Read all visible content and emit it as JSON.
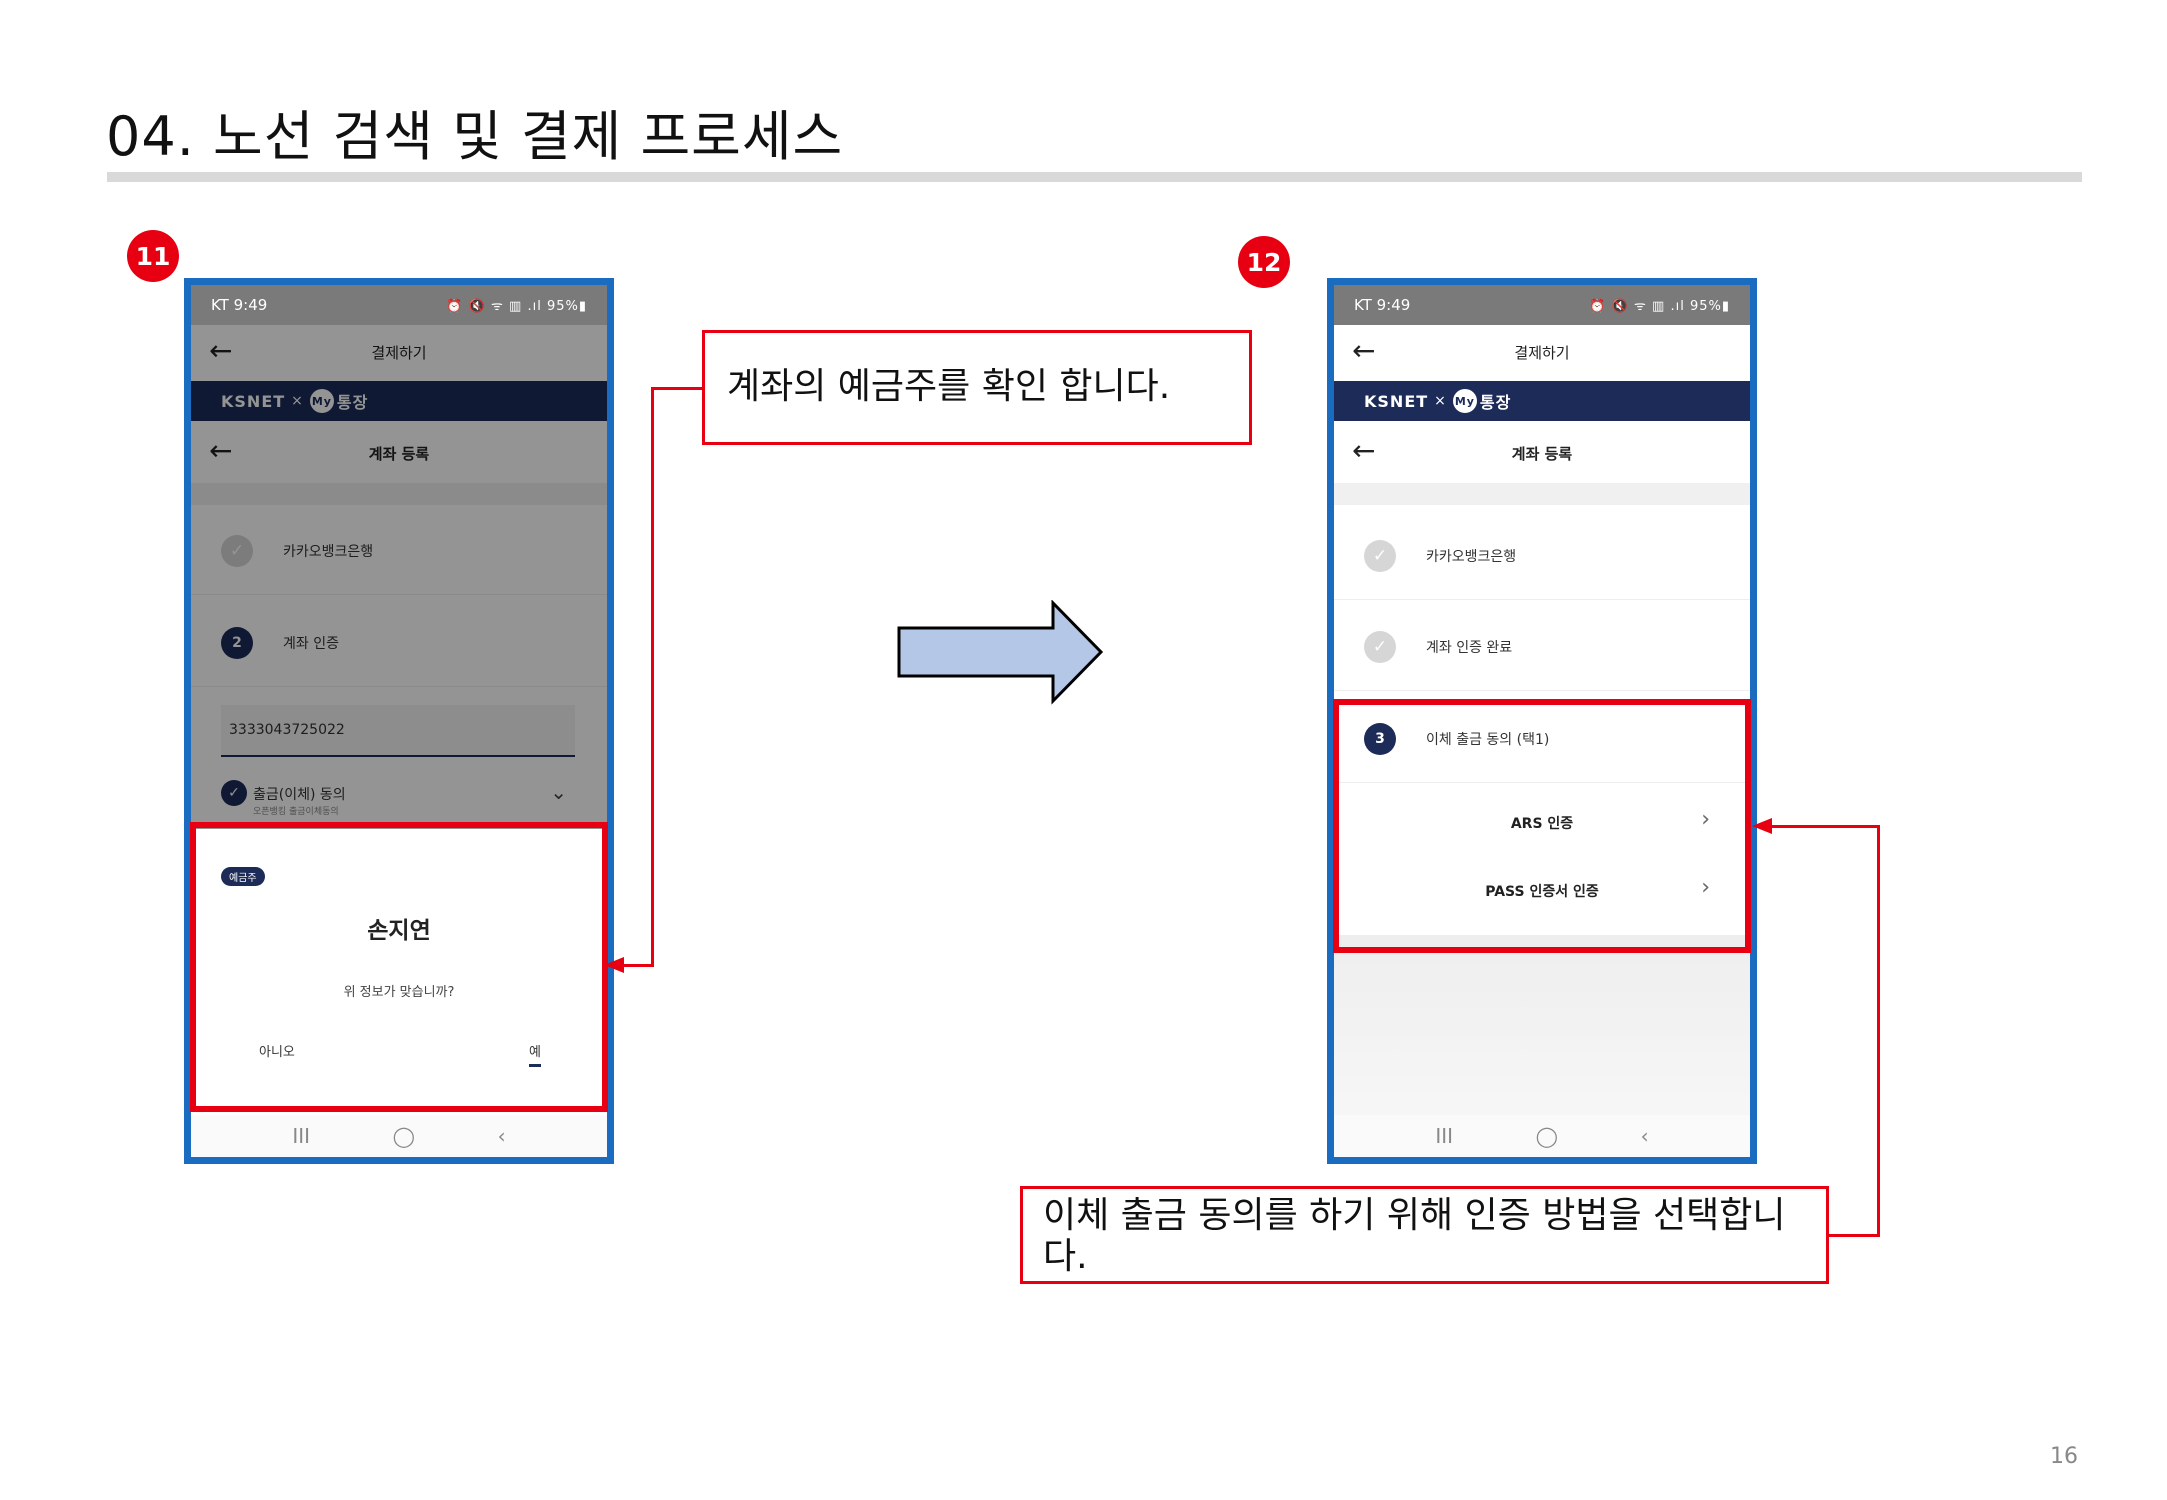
{
  "slide": {
    "title": "04. 노선 검색 및 결제 프로세스",
    "page_number": "16"
  },
  "steps": [
    {
      "number": "11"
    },
    {
      "number": "12"
    }
  ],
  "phone_common": {
    "carrier_time": "KT 9:49",
    "status_icons": "⏰ 🔇 ᯤ ▥ .ıl 95%▮",
    "header_title": "결제하기",
    "brand_left": "KSNET",
    "brand_x": "×",
    "brand_my": "My",
    "brand_right": "통장",
    "sub_header_title": "계좌 등록",
    "nav_recent": "III",
    "nav_home": "◯",
    "nav_back": "‹"
  },
  "screen11": {
    "bank_name": "카카오뱅크은행",
    "step_number": "2",
    "step_label": "계좌 인증",
    "account_number": "3333043725022",
    "consent_label": "출금(이체) 동의",
    "consent_sub": "오픈뱅킹 출금이체동의",
    "sheet": {
      "tag": "예금주",
      "name": "손지연",
      "question": "위 정보가 맞습니까?",
      "no_label": "아니오",
      "yes_label": "예"
    },
    "callout": "계좌의 예금주를 확인 합니다."
  },
  "screen12": {
    "bank_name": "카카오뱅크은행",
    "auth_done": "계좌 인증 완료",
    "step_number": "3",
    "step_label": "이체 출금 동의 (택1)",
    "methods": [
      {
        "label": "ARS 인증"
      },
      {
        "label": "PASS 인증서 인증"
      }
    ],
    "callout": "이체 출금 동의를 하기 위해 인증 방법을 선택합니다."
  },
  "icons": {
    "back": "arrow-left-icon",
    "check": "check-icon",
    "chevron_right": "chevron-right-icon",
    "chevron_down": "chevron-down-icon",
    "flow_arrow": "right-arrow-icon"
  },
  "colors": {
    "accent_red": "#e60012",
    "phone_frame": "#1a6cc0",
    "brand_navy": "#1c2b58",
    "flow_arrow_fill": "#b4c7e7"
  }
}
